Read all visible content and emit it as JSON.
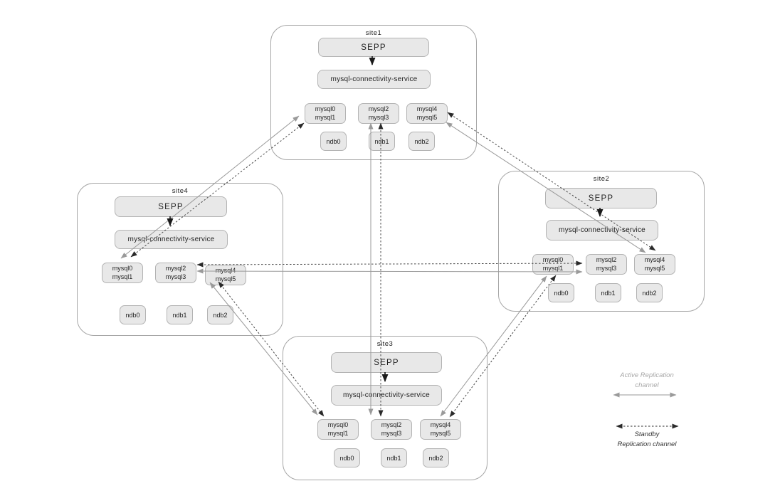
{
  "diagram": {
    "sites": [
      {
        "title": "site1",
        "sepp": "SEPP",
        "service": "mysql-connectivity-service",
        "mysql_groups": [
          [
            "mysql0",
            "mysql1"
          ],
          [
            "mysql2",
            "mysql3"
          ],
          [
            "mysql4",
            "mysql5"
          ]
        ],
        "ndb": [
          "ndb0",
          "ndb1",
          "ndb2"
        ]
      },
      {
        "title": "site2",
        "sepp": "SEPP",
        "service": "mysql-connectivity-service",
        "mysql_groups": [
          [
            "mysql0",
            "mysql1"
          ],
          [
            "mysql2",
            "mysql3"
          ],
          [
            "mysql4",
            "mysql5"
          ]
        ],
        "ndb": [
          "ndb0",
          "ndb1",
          "ndb2"
        ]
      },
      {
        "title": "site3",
        "sepp": "SEPP",
        "service": "mysql-connectivity-service",
        "mysql_groups": [
          [
            "mysql0",
            "mysql1"
          ],
          [
            "mysql2",
            "mysql3"
          ],
          [
            "mysql4",
            "mysql5"
          ]
        ],
        "ndb": [
          "ndb0",
          "ndb1",
          "ndb2"
        ]
      },
      {
        "title": "site4",
        "sepp": "SEPP",
        "service": "mysql-connectivity-service",
        "mysql_groups": [
          [
            "mysql0",
            "mysql1"
          ],
          [
            "mysql2",
            "mysql3"
          ],
          [
            "mysql4",
            "mysql5"
          ]
        ],
        "ndb": [
          "ndb0",
          "ndb1",
          "ndb2"
        ]
      }
    ],
    "channels": [
      {
        "between": [
          "site1",
          "site4"
        ],
        "types": [
          "active",
          "standby"
        ]
      },
      {
        "between": [
          "site1",
          "site3"
        ],
        "types": [
          "active",
          "standby"
        ]
      },
      {
        "between": [
          "site1",
          "site2"
        ],
        "types": [
          "active",
          "standby"
        ]
      },
      {
        "between": [
          "site4",
          "site2"
        ],
        "types": [
          "active",
          "standby"
        ]
      },
      {
        "between": [
          "site4",
          "site3"
        ],
        "types": [
          "active",
          "standby"
        ]
      },
      {
        "between": [
          "site2",
          "site3"
        ],
        "types": [
          "active",
          "standby"
        ]
      }
    ],
    "legend": {
      "active_line1": "Active Replication",
      "active_line2": "channel",
      "standby_line1": "Standby",
      "standby_line2": "Replication channel"
    },
    "colors": {
      "active_channel": "#9a9a9a",
      "standby_channel": "#4a4a4a",
      "standby_arrowhead": "#2a2a2a",
      "internal_arrow": "#1a1a1a",
      "box_fill": "#e8e8e8",
      "box_border": "#b3b3b3",
      "container_border": "#a6a6a6"
    }
  }
}
